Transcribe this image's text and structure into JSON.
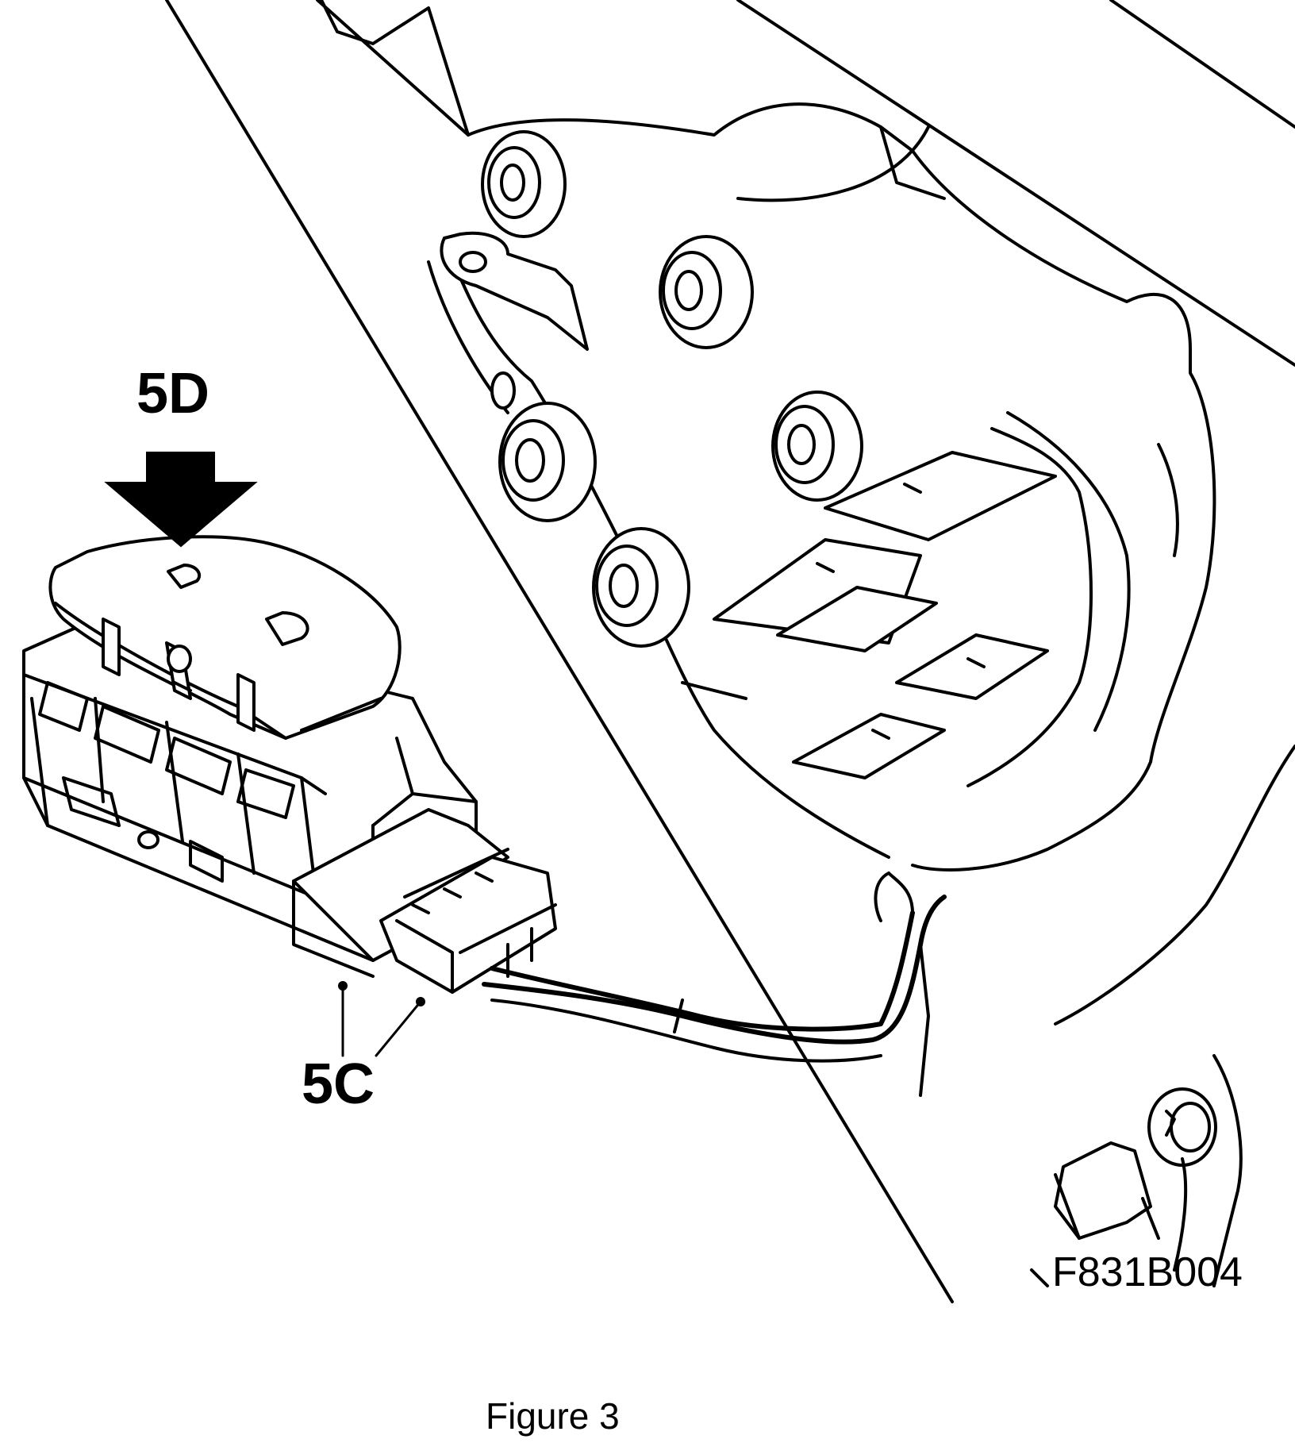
{
  "callouts": {
    "button_label": "5D",
    "connector_label": "5C"
  },
  "figure_ref": "F831B004",
  "caption": "Figure 3"
}
